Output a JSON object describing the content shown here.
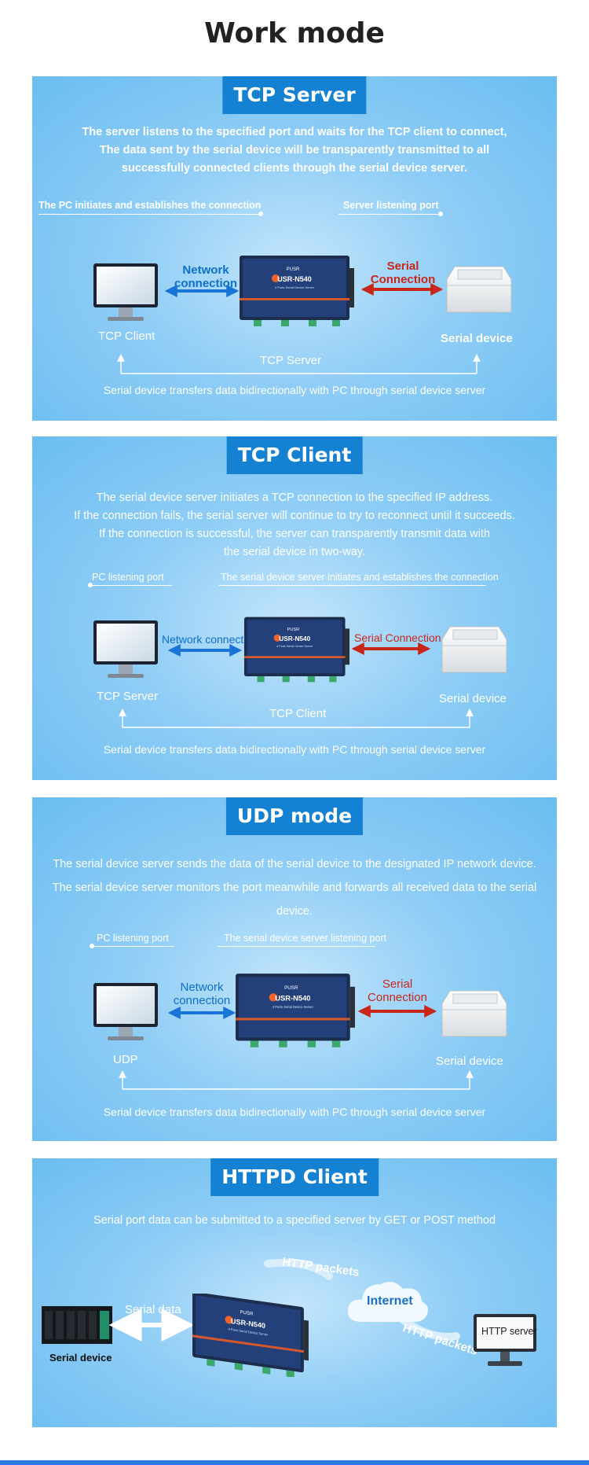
{
  "page": {
    "title": "Work mode"
  },
  "device_labels": {
    "brand": "PUSR",
    "model": "USR-N540",
    "subtitle": "4 Ports Serial Device Server"
  },
  "tcp_server": {
    "title": "TCP Server",
    "desc": [
      "The server listens to the specified port and waits for the TCP client to connect,",
      "The data sent by the serial device will be transparently transmitted to all",
      "successfully connected clients through the serial device server."
    ],
    "left_tag": "The PC initiates and establishes the connection",
    "right_tag": "Server listening port",
    "network": [
      "Network",
      "connection"
    ],
    "serial": [
      "Serial",
      "Connection"
    ],
    "left_label": "TCP Client",
    "right_label": "Serial device",
    "bottom_label": "TCP Server",
    "bottom_text": "Serial device transfers data bidirectionally with PC through serial device server"
  },
  "tcp_client": {
    "title": "TCP Client",
    "desc": [
      "The serial device server initiates a TCP connection to the specified IP address.",
      "If the connection fails, the serial server will continue to try to reconnect until it succeeds.",
      "If the connection is successful, the server can transparently transmit data with",
      "the serial device in two-way."
    ],
    "left_tag": "PC listening port",
    "right_tag": "The serial device server initiates and establishes the connection",
    "network": "Network connection",
    "serial": "Serial Connection",
    "left_label": "TCP Server",
    "right_label": "Serial device",
    "bottom_label": "TCP Client",
    "bottom_text": "Serial device transfers data bidirectionally with PC through serial device server"
  },
  "udp": {
    "title": "UDP mode",
    "desc": [
      "The serial device server sends the data of the serial device to the designated IP network device.",
      "The serial device server monitors the port meanwhile and forwards all received data to the serial device."
    ],
    "left_tag": "PC listening port",
    "right_tag": "The serial device server listening port",
    "network": [
      "Network",
      "connection"
    ],
    "serial": [
      "Serial",
      "Connection"
    ],
    "left_label": "UDP",
    "right_label": "Serial device",
    "bottom_text": "Serial device transfers data bidirectionally with PC through serial device server"
  },
  "httpd": {
    "title": "HTTPD Client",
    "desc": "Serial port data can be submitted to a specified server by GET or POST method",
    "serial_data": "Serial data",
    "serial_device": "Serial device",
    "http_packets_top": "HTTP packets",
    "http_packets_bottom": "HTTP packets",
    "internet": "Internet",
    "http_server": "HTTP server"
  },
  "colors": {
    "panel_title_bg": "#1581d3",
    "network_arrow": "#1a73d6",
    "serial_arrow": "#c9261a",
    "title_text": "#222222"
  }
}
